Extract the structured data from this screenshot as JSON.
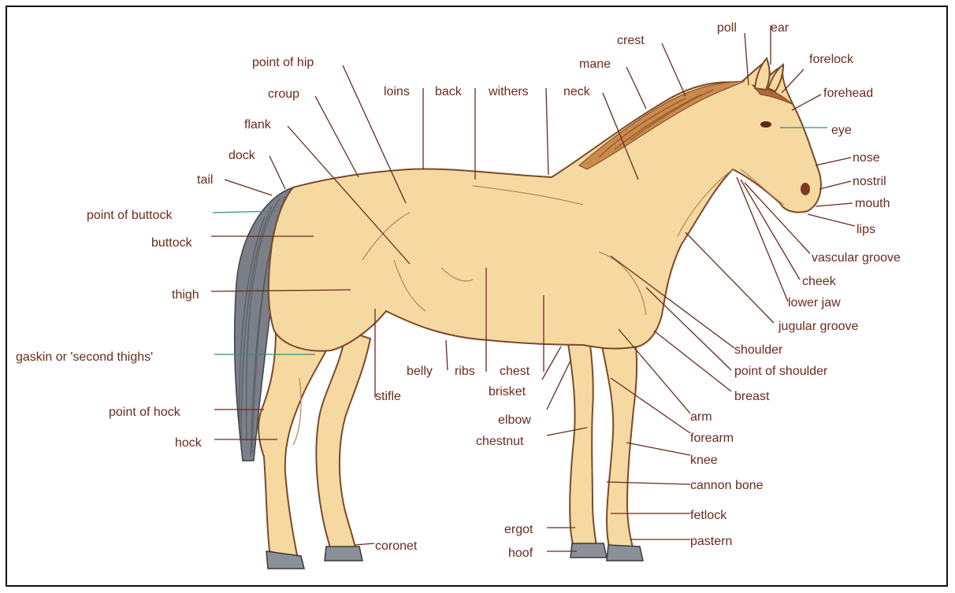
{
  "colors": {
    "label": "#6b2a1c",
    "coat": "#f6d9a0",
    "outline": "#7a4a2a",
    "tail": "#5a5e66",
    "hoof": "#8a8f98",
    "accent_line": "#2f8f8a"
  },
  "labels": {
    "poll": "poll",
    "ear": "ear",
    "crest": "crest",
    "forelock": "forelock",
    "mane": "mane",
    "forehead": "forehead",
    "point_of_hip": "point of hip",
    "loins": "loins",
    "back": "back",
    "withers": "withers",
    "neck": "neck",
    "croup": "croup",
    "eye": "eye",
    "flank": "flank",
    "dock": "dock",
    "nose": "nose",
    "tail": "tail",
    "nostril": "nostril",
    "mouth": "mouth",
    "point_of_buttock": "point of buttock",
    "lips": "lips",
    "buttock": "buttock",
    "vascular_groove": "vascular groove",
    "cheek": "cheek",
    "thigh": "thigh",
    "lower_jaw": "lower jaw",
    "jugular_groove": "jugular groove",
    "shoulder": "shoulder",
    "gaskin": "gaskin or 'second thighs'",
    "belly": "belly",
    "ribs": "ribs",
    "chest": "chest",
    "point_of_shoulder": "point of shoulder",
    "brisket": "brisket",
    "stifle": "stifle",
    "breast": "breast",
    "point_of_hock": "point of hock",
    "elbow": "elbow",
    "arm": "arm",
    "forearm": "forearm",
    "hock": "hock",
    "chestnut": "chestnut",
    "knee": "knee",
    "cannon_bone": "cannon bone",
    "fetlock": "fetlock",
    "ergot": "ergot",
    "coronet": "coronet",
    "pastern": "pastern",
    "hoof": "hoof"
  }
}
